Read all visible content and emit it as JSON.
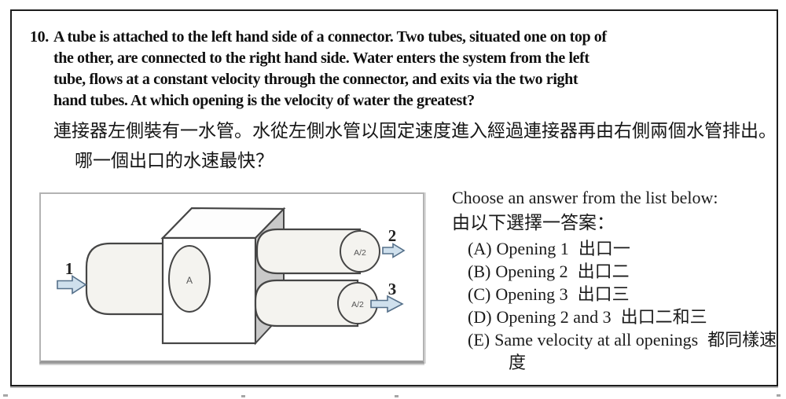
{
  "question": {
    "number": "10.",
    "english_lines": [
      "A tube is attached to the left hand side of a connector. Two tubes, situated one on top of",
      "the other, are connected to the right hand side. Water enters the system from the left",
      "tube, flows at a constant velocity through the connector, and exits via the two right",
      "hand tubes. At which opening is the velocity of water the greatest?"
    ],
    "chinese_lines": [
      "連接器左側裝有一水管。水從左側水管以固定速度進入經過連接器再由右側兩個水管排出。",
      "哪一個出口的水速最快？"
    ]
  },
  "answer_panel": {
    "heading_en": "Choose an answer from the list below:",
    "heading_zh": "由以下選擇一答案：",
    "options": [
      {
        "letter": "(A)",
        "en": "Opening 1",
        "zh": "出口一"
      },
      {
        "letter": "(B)",
        "en": "Opening 2",
        "zh": "出口二"
      },
      {
        "letter": "(C)",
        "en": "Opening 3",
        "zh": "出口三"
      },
      {
        "letter": "(D)",
        "en": "Opening 2 and 3",
        "zh": "出口二和三"
      },
      {
        "letter": "(E)",
        "en": "Same velocity at all openings",
        "zh": "都同樣速度"
      }
    ]
  },
  "diagram": {
    "labels": {
      "inlet_number": "1",
      "outlet_top_number": "2",
      "outlet_bottom_number": "3",
      "inlet_area": "A",
      "outlet_area_top": "A/2",
      "outlet_area_bottom": "A/2"
    },
    "colors": {
      "tube_fill": "#f4f3ef",
      "outline": "#454545",
      "connector_side_fill": "#c9c9c9",
      "arrow_fill": "#cfe0ed",
      "arrow_stroke": "#55708a",
      "panel_border": "#b3b3b3",
      "frame_border": "#1c1c1c"
    }
  }
}
